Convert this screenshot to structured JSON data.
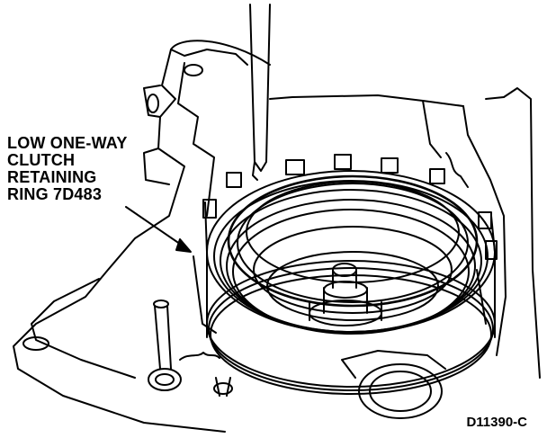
{
  "callout": {
    "lines": [
      "LOW ONE-WAY",
      "CLUTCH",
      "RETAINING",
      "RING 7D483"
    ]
  },
  "figure_id": "D11390-C"
}
